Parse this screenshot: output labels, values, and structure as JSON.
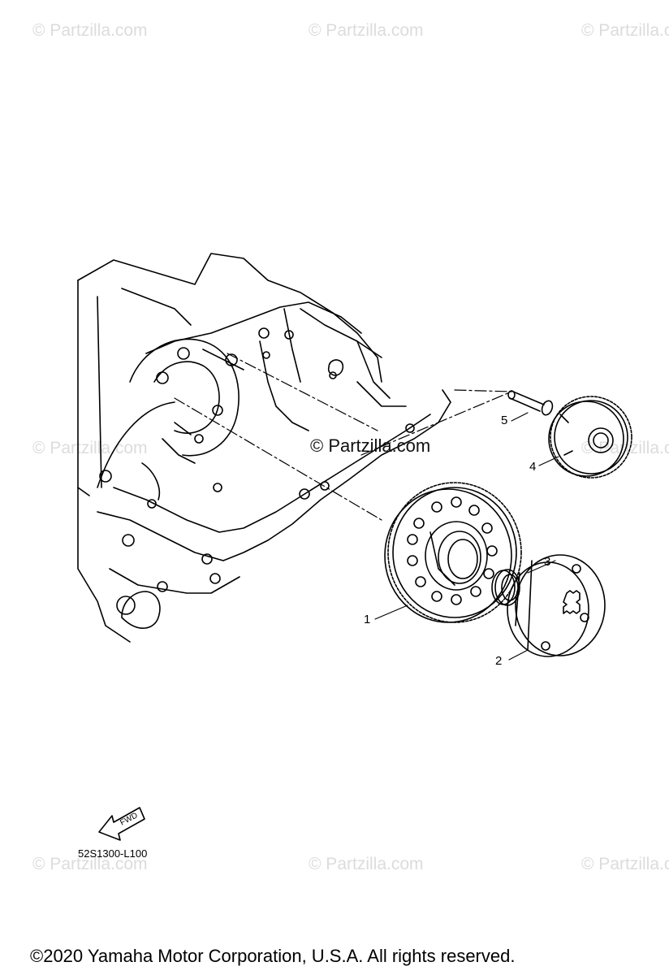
{
  "watermark": "© Partzilla.com",
  "center_watermark": "© Partzilla.com",
  "callouts": [
    "1",
    "2",
    "3",
    "4",
    "5"
  ],
  "fwd_label": "FWD",
  "diagram_code": "52S1300-L100",
  "copyright": "©2020 Yamaha Motor Corporation, U.S.A. All rights reserved."
}
